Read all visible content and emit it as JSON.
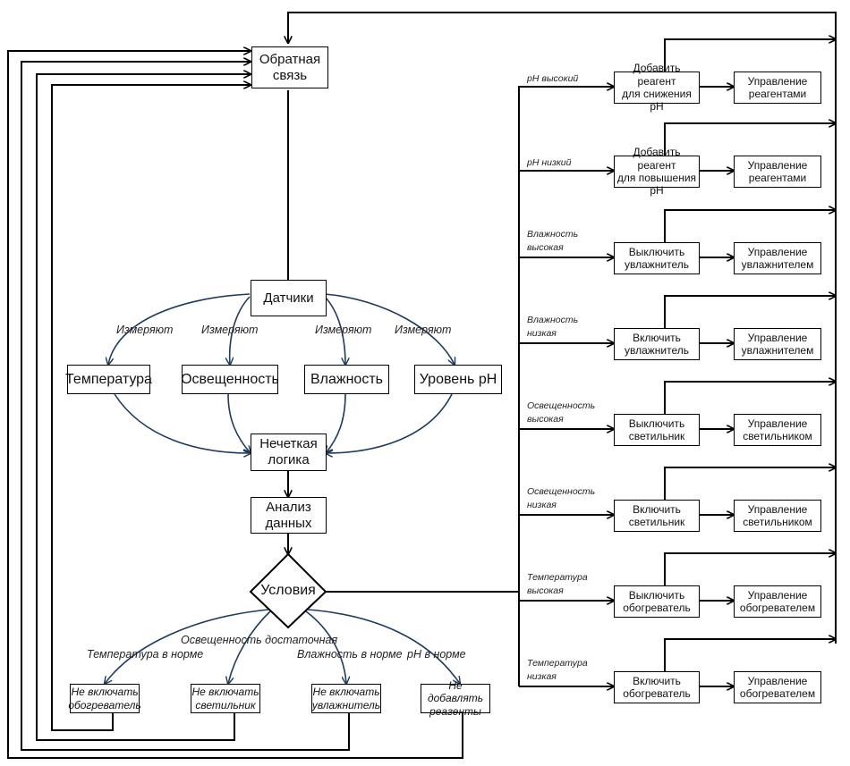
{
  "feedback": {
    "label": "Обратная\nсвязь"
  },
  "sensors": {
    "label": "Датчики",
    "edge_label": "Измеряют",
    "items": [
      {
        "label": "Температура"
      },
      {
        "label": "Освещенность"
      },
      {
        "label": "Влажность"
      },
      {
        "label": "Уровень pH"
      }
    ]
  },
  "fuzzy": {
    "label": "Нечеткая\nлогика"
  },
  "analysis": {
    "label": "Анализ\nданных"
  },
  "conditions": {
    "label": "Условия"
  },
  "normal_branches": [
    {
      "condition": "Температура в норме",
      "action": "Не включать\nобогреватель"
    },
    {
      "condition": "Освещенность достаточная",
      "action": "Не включать\nсветильник"
    },
    {
      "condition": "Влажность в норме",
      "action": "Не включать\nувлажнитель"
    },
    {
      "condition": "pH в норме",
      "action": "Не добавлять\nреагенты"
    }
  ],
  "action_branches": [
    {
      "condition": "pH высокий",
      "action": "Добавить реагент\nдля снижения pH",
      "control": "Управление\nреагентами"
    },
    {
      "condition": "pH низкий",
      "action": "Добавить реагент\nдля повышения pH",
      "control": "Управление\nреагентами"
    },
    {
      "condition": "Влажность\nвысокая",
      "action": "Выключить\nувлажнитель",
      "control": "Управление\nувлажнителем"
    },
    {
      "condition": "Влажность\nнизкая",
      "action": "Включить\nувлажнитель",
      "control": "Управление\nувлажнителем"
    },
    {
      "condition": "Освещенность\nвысокая",
      "action": "Выключить\nсветильник",
      "control": "Управление\nсветильником"
    },
    {
      "condition": "Освещенность\nнизкая",
      "action": "Включить\nсветильник",
      "control": "Управление\nсветильником"
    },
    {
      "condition": "Температура\nвысокая",
      "action": "Выключить\nобогреватель",
      "control": "Управление\nобогревателем"
    },
    {
      "condition": "Температура\nнизкая",
      "action": "Включить\nобогреватель",
      "control": "Управление\nобогревателем"
    }
  ],
  "colors": {
    "line": "#000000",
    "curve": "#1f3a5a"
  }
}
